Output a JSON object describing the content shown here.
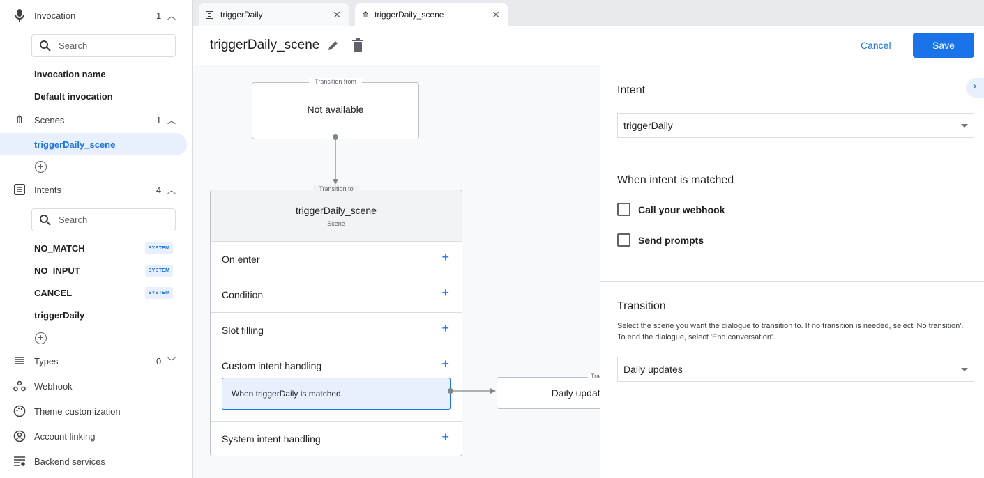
{
  "sidebar": {
    "invocation": {
      "label": "Invocation",
      "count": "1",
      "search_placeholder": "Search",
      "items": [
        "Invocation name",
        "Default invocation"
      ]
    },
    "scenes": {
      "label": "Scenes",
      "count": "1",
      "items": [
        "triggerDaily_scene"
      ]
    },
    "intents": {
      "label": "Intents",
      "count": "4",
      "search_placeholder": "Search",
      "items": [
        {
          "name": "NO_MATCH",
          "badge": "SYSTEM"
        },
        {
          "name": "NO_INPUT",
          "badge": "SYSTEM"
        },
        {
          "name": "CANCEL",
          "badge": "SYSTEM"
        },
        {
          "name": "triggerDaily"
        }
      ]
    },
    "types": {
      "label": "Types",
      "count": "0"
    },
    "links": [
      "Webhook",
      "Theme customization",
      "Account linking",
      "Backend services"
    ]
  },
  "tabs": [
    {
      "label": "triggerDaily",
      "icon": "intent-icon"
    },
    {
      "label": "triggerDaily_scene",
      "icon": "scene-icon",
      "active": true
    }
  ],
  "header": {
    "title": "triggerDaily_scene",
    "cancel": "Cancel",
    "save": "Save"
  },
  "canvas": {
    "from": {
      "legend": "Transition from",
      "text": "Not available"
    },
    "scene": {
      "legend": "Transition to",
      "name": "triggerDaily_scene",
      "sub": "Scene",
      "rows": [
        "On enter",
        "Condition",
        "Slot filling",
        "Custom intent handling",
        "System intent handling"
      ],
      "handler": "When triggerDaily is matched"
    },
    "target": {
      "legend": "Transition to",
      "text": "Daily updates"
    }
  },
  "panel": {
    "intent_label": "Intent",
    "intent_value": "triggerDaily",
    "matched_label": "When intent is matched",
    "checkboxes": [
      {
        "label": "Call your webhook",
        "checked": false
      },
      {
        "label": "Send prompts",
        "checked": false
      }
    ],
    "transition_label": "Transition",
    "transition_desc": "Select the scene you want the dialogue to transition to. If no transition is needed, select 'No transition'. To end the dialogue, select 'End conversation'.",
    "transition_value": "Daily updates"
  },
  "colors": {
    "accent": "#1a73e8",
    "selected_bg": "#e8f0fe"
  }
}
